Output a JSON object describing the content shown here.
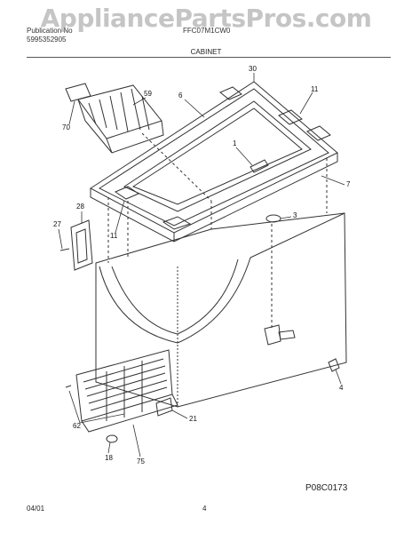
{
  "header": {
    "line1_left": "Publication No",
    "line1_right": "FFC07M1CW0",
    "line2_left": "5995352905",
    "section_title": "CABINET"
  },
  "watermark": "AppliancePartsPros.com",
  "callouts": [
    "30",
    "11",
    "6",
    "59",
    "70",
    "1",
    "7",
    "3",
    "28",
    "27",
    "11",
    "21",
    "4",
    "62",
    "18",
    "75"
  ],
  "diagram_code": "P08C0173",
  "footer": {
    "date": "04/01",
    "page": "4"
  }
}
